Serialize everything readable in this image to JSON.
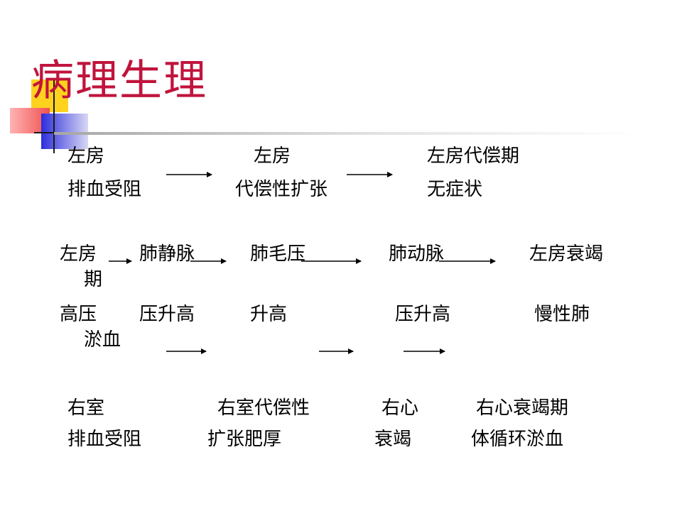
{
  "slide": {
    "title": "病理生理",
    "accent_color": "#c0143c"
  },
  "block1": {
    "col1_line1": "左房",
    "col1_line2": "排血受阻",
    "col2_line1": "左房",
    "col2_line2": "代偿性扩张",
    "col3_line1": "左房代偿期",
    "col3_line2": "无症状"
  },
  "block2": {
    "row1": [
      "左房",
      "肺静脉",
      "肺毛压",
      "肺动脉",
      "左房衰竭"
    ],
    "row1_wrap": "期",
    "row2": [
      "高压",
      "压升高",
      "升高",
      "压升高",
      "慢性肺"
    ],
    "row2_wrap": "淤血"
  },
  "block3": {
    "line1": [
      "右室",
      "右室代偿性",
      "右心",
      "右心衰竭期"
    ],
    "line2": [
      "排血受阻",
      "扩张肥厚",
      "衰竭",
      "体循环淤血"
    ]
  }
}
